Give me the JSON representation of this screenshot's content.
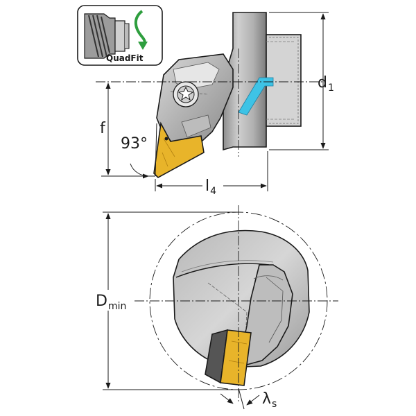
{
  "badge": {
    "label": "QuadFit",
    "accent_color": "#2e9e3e",
    "icon": "quadfit-coupling-icon"
  },
  "dimensions": {
    "d1": {
      "main": "d",
      "sub": "1"
    },
    "f": {
      "main": "f"
    },
    "angle": {
      "main": "93°"
    },
    "l4": {
      "main": "l",
      "sub": "4"
    },
    "dmin": {
      "main": "D",
      "sub": "min"
    },
    "lambda_s": {
      "main": "λ",
      "sub": "s"
    }
  },
  "colors": {
    "insert": "#e8b42a",
    "coolant": "#3ec3e6",
    "body_dark": "#9a9a9a",
    "body_mid": "#c4c4c4",
    "body_light": "#e2e2e2"
  }
}
